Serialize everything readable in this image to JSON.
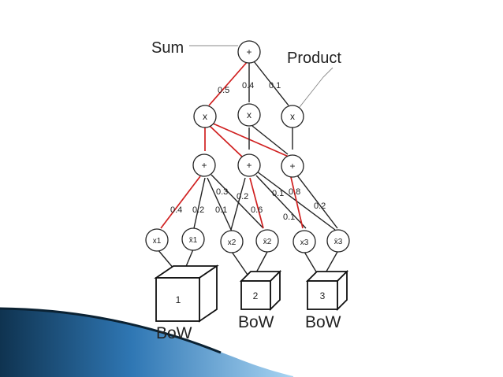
{
  "labels": {
    "sum": "Sum",
    "product": "Product",
    "bow": [
      "BoW",
      "BoW",
      "BoW"
    ]
  },
  "ops": {
    "sum": "+",
    "product": "x"
  },
  "root_weights": [
    "0.5",
    "0.4",
    "0.1"
  ],
  "edge_weights": [
    "0.4",
    "0.2",
    "0.3",
    "0.1",
    "0.2",
    "0.6",
    "0.1",
    "0.8",
    "0.1",
    "0.2"
  ],
  "leaves": [
    "x1",
    "x̄1",
    "x2",
    "x̄2",
    "x3",
    "x̄3"
  ],
  "boxes": [
    "1",
    "2",
    "3"
  ],
  "colors": {
    "highlight": "#d02020",
    "line": "#222222",
    "accent_dark": "#0f3350",
    "accent_light": "#3a8fd0"
  }
}
